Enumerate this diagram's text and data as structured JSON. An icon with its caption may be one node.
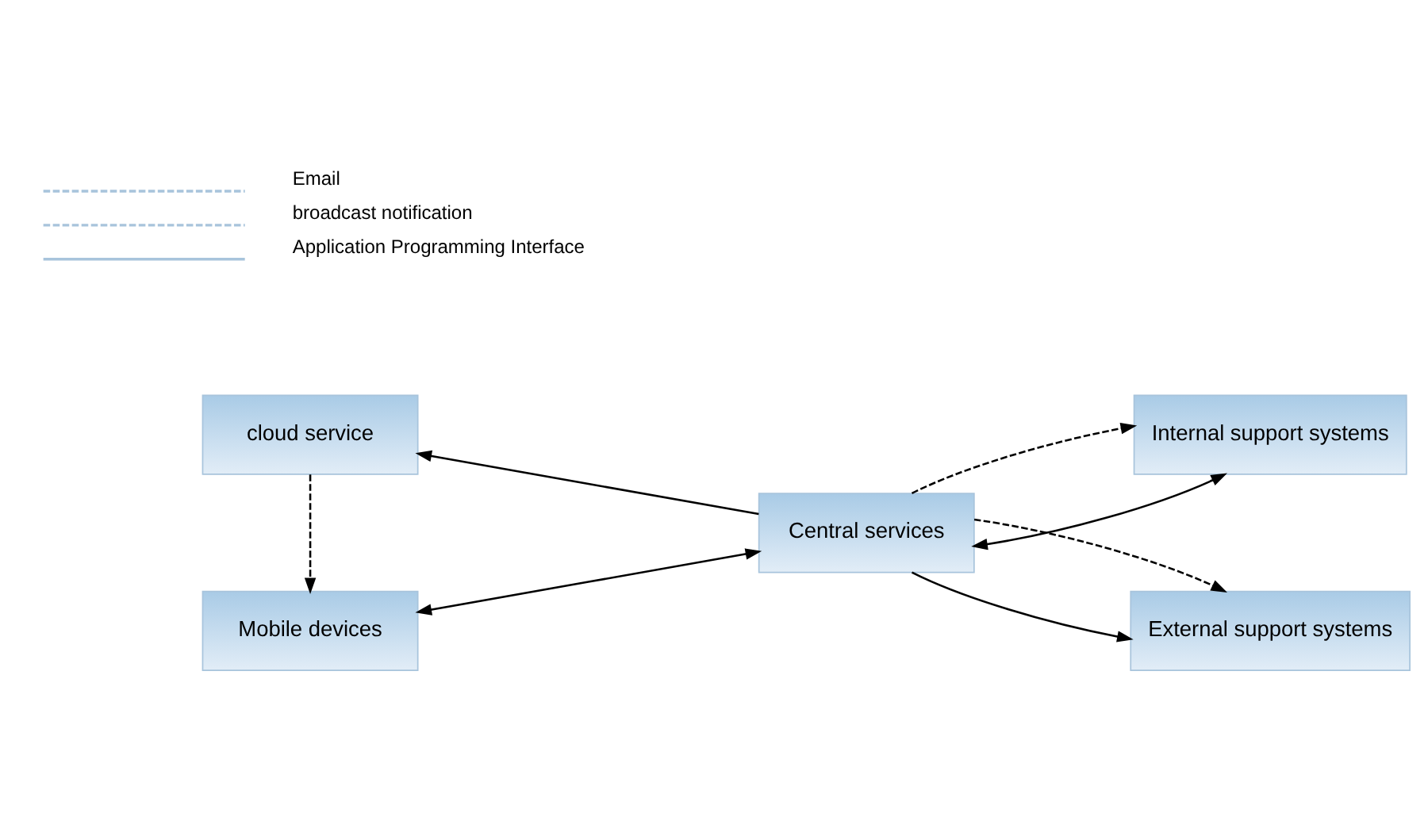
{
  "diagram": {
    "nodes": [
      {
        "text": [
          "cloud service"
        ]
      },
      {
        "text": [
          "Internal support systems"
        ]
      },
      {
        "text": [
          "Central services"
        ]
      },
      {
        "text": [
          "Mobile devices"
        ]
      },
      {
        "text": [
          "External support systems"
        ]
      }
    ],
    "edges": [
      {
        "from": 2,
        "to": 0,
        "arrow": "to"
      },
      {
        "from": 2,
        "to": 1,
        "arrow": "both"
      },
      {
        "from": 0,
        "to": 3,
        "arrow": "to",
        "style": "dashed"
      },
      {
        "from": 2,
        "to": 3,
        "arrow": "both"
      },
      {
        "from": 2,
        "to": 4,
        "arrow": "to"
      },
      {
        "from": 2,
        "to": 1,
        "arrow": "to",
        "style": "dashed"
      },
      {
        "from": 2,
        "to": 4,
        "arrow": "to",
        "style": "dashed"
      }
    ],
    "legend": [
      {
        "text": "Email"
      },
      {
        "text": "broadcast notification"
      },
      {
        "text": "Application Programming Interface"
      }
    ]
  }
}
